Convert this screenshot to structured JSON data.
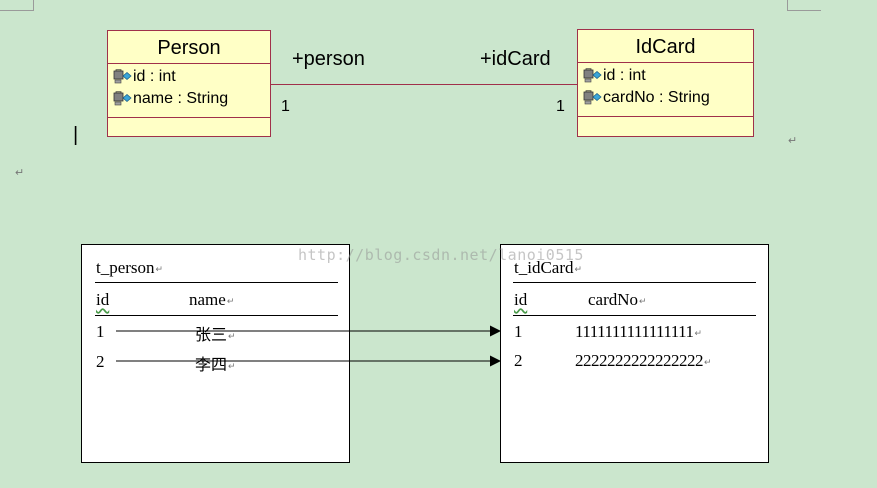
{
  "uml": {
    "person": {
      "name": "Person",
      "attributes": [
        {
          "label": "id : int"
        },
        {
          "label": "name : String"
        }
      ]
    },
    "idcard": {
      "name": "IdCard",
      "attributes": [
        {
          "label": "id : int"
        },
        {
          "label": "cardNo : String"
        }
      ]
    },
    "association": {
      "left_role": "+person",
      "right_role": "+idCard",
      "left_multiplicity": "1",
      "right_multiplicity": "1"
    },
    "colors": {
      "class_fill": "#ffffc6",
      "class_border": "#a0304a",
      "background": "#cbe6cd"
    }
  },
  "tables": {
    "person": {
      "name": "t_person",
      "columns": [
        "id",
        "name"
      ],
      "rows": [
        {
          "id": "1",
          "name": "张三"
        },
        {
          "id": "2",
          "name": "李四"
        }
      ]
    },
    "idcard": {
      "name": "t_idCard",
      "columns": [
        "id",
        "cardNo"
      ],
      "rows": [
        {
          "id": "1",
          "cardNo": "1111111111111111"
        },
        {
          "id": "2",
          "cardNo": "2222222222222222"
        }
      ]
    }
  },
  "marks": {
    "paragraph_mark": "↵",
    "cursor": "|"
  },
  "watermark": "http://blog.csdn.net/lanoi0515"
}
